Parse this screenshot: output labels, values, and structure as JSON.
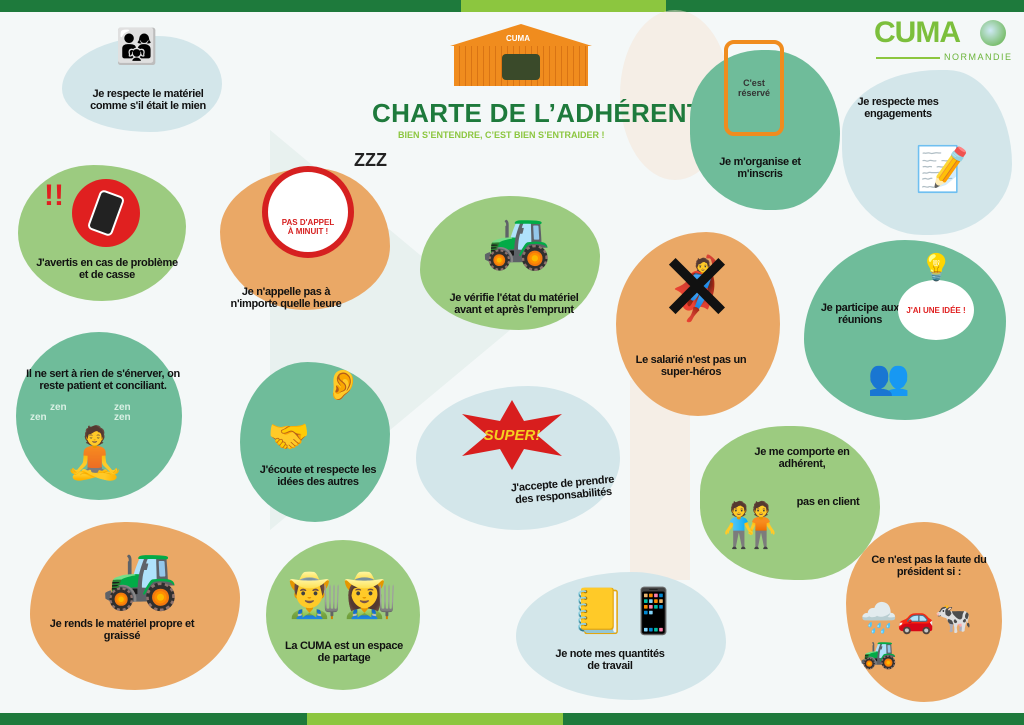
{
  "header": {
    "barn_logo": "CUMA",
    "title": "CHARTE DE L’ADHÉRENT",
    "subtitle": "BIEN S’ENTENDRE, C’EST BIEN S’ENTRAIDER !"
  },
  "brand": {
    "name": "CUMA",
    "region": "NORMANDIE"
  },
  "colors": {
    "dark_green": "#1e7a3c",
    "light_green": "#8cc63f",
    "blue": "#d3e6ea",
    "green": "#9ccb80",
    "orange": "#eaa866",
    "teal": "#6fbc9a"
  },
  "items": [
    {
      "text": "Je respecte le matériel comme s'il était le mien",
      "icon": "family-icon"
    },
    {
      "text": "J'avertis en cas de problème et de casse",
      "icon": "phone-alert-icon"
    },
    {
      "text": "Je n'appelle pas à n'importe quelle heure",
      "icon": "alarm-clock-icon",
      "badge": "PAS D'APPEL À MINUIT !",
      "sleep": "ZZZ"
    },
    {
      "text": "Je vérifie l'état du matériel avant et après l'emprunt",
      "icon": "tractor-inspection-icon"
    },
    {
      "text": "Le salarié n'est pas un super-héros",
      "icon": "superhero-crossed-icon"
    },
    {
      "text": "Je m'organise et m'inscris",
      "icon": "phone-booking-icon",
      "badge": "C'est réservé"
    },
    {
      "text": "Je respecte mes engagements",
      "icon": "contract-handshake-icon"
    },
    {
      "text": "Je participe aux réunions",
      "icon": "meeting-idea-icon",
      "badge": "J'AI UNE IDÉE !"
    },
    {
      "text": "Il ne sert à rien de s'énerver, on reste patient et conciliant.",
      "icon": "meditation-icon",
      "badge": "zen"
    },
    {
      "text": "J'écoute et respecte les idées des autres",
      "icon": "listen-handshake-icon"
    },
    {
      "text": "J'accepte de prendre des responsabilités",
      "icon": "super-burst-icon",
      "badge": "SUPER!"
    },
    {
      "text": "Je me comporte en adhérent,",
      "text2": "pas en client",
      "icon": "people-talking-icon"
    },
    {
      "text": "Ce n'est pas la faute du président si :",
      "icon": "weather-cow-tractor-icon"
    },
    {
      "text": "Je rends le matériel propre et graissé",
      "icon": "tractor-washing-icon"
    },
    {
      "text": "La CUMA est un espace de partage",
      "icon": "farmers-coffee-icon"
    },
    {
      "text": "Je note mes quantités de travail",
      "icon": "notebook-phone-icon"
    }
  ]
}
